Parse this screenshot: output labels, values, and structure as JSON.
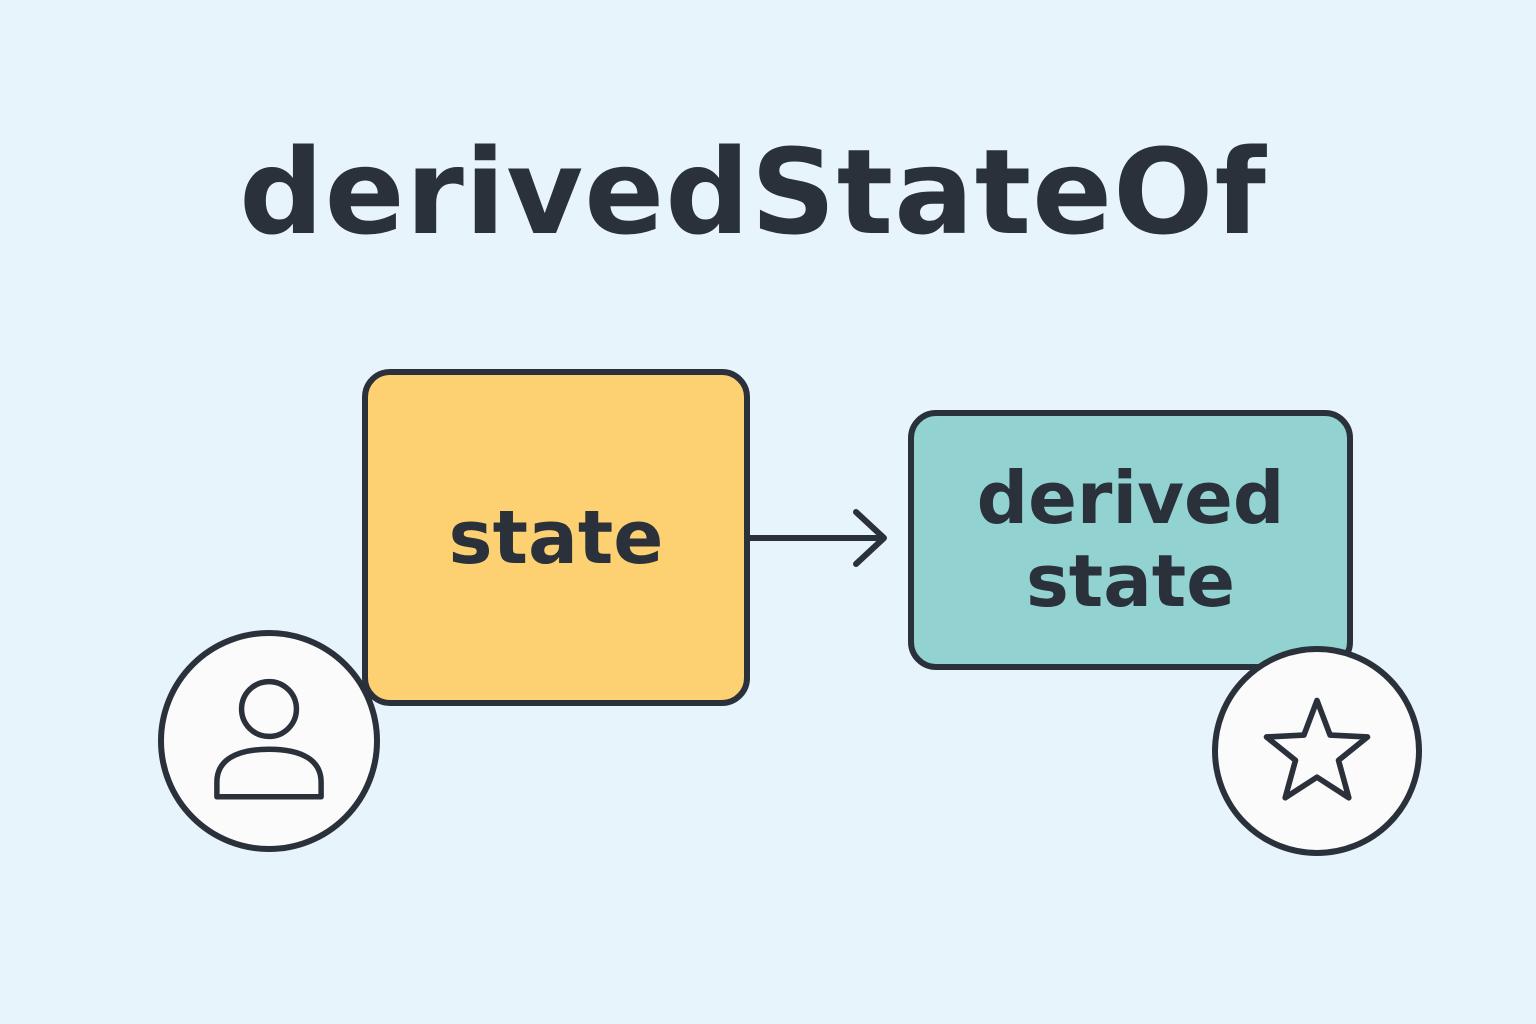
{
  "title": "derivedStateOf",
  "colors": {
    "background": "#e7f4fb",
    "outline": "#2b313a",
    "state_fill": "#fdd172",
    "derived_fill": "#92d3d1",
    "badge_fill": "#fbfbfb",
    "text": "#2a313b"
  },
  "nodes": {
    "state": {
      "label": "state"
    },
    "derived": {
      "label_line1": "derived",
      "label_line2": "state"
    }
  },
  "icons": {
    "source_badge": "user-icon",
    "derived_badge": "star-icon",
    "connector": "arrow-right-icon"
  }
}
